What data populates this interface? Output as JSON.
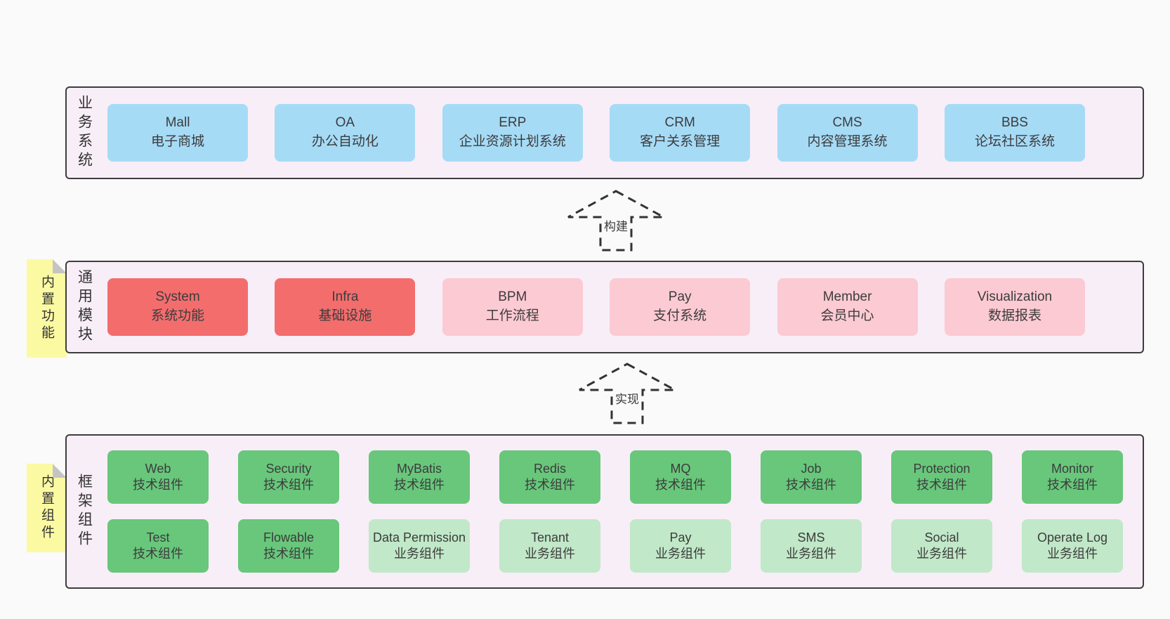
{
  "colors": {
    "page_bg": "#fafafa",
    "band_bg": "#f8eef7",
    "border": "#3d3d3d",
    "blue": "#a6dbf6",
    "red": "#f36d6d",
    "pink": "#fccad3",
    "green": "#68c77b",
    "light_green": "#c1e8c8",
    "sticky_yellow": "#fbfaa2",
    "sticky_fold_gray": "#c4c4c4",
    "text": "#3c3c3c"
  },
  "arrows": [
    {
      "label": "构建"
    },
    {
      "label": "实现"
    }
  ],
  "layers": [
    {
      "id": "business",
      "label": "业务系统",
      "cards": [
        {
          "name": "Mall",
          "subtitle": "电子商城",
          "variant": "blue"
        },
        {
          "name": "OA",
          "subtitle": "办公自动化",
          "variant": "blue"
        },
        {
          "name": "ERP",
          "subtitle": "企业资源计划系统",
          "variant": "blue"
        },
        {
          "name": "CRM",
          "subtitle": "客户关系管理",
          "variant": "blue"
        },
        {
          "name": "CMS",
          "subtitle": "内容管理系统",
          "variant": "blue"
        },
        {
          "name": "BBS",
          "subtitle": "论坛社区系统",
          "variant": "blue"
        }
      ]
    },
    {
      "id": "modules",
      "label": "通用模块",
      "sticky": "内置功能",
      "cards": [
        {
          "name": "System",
          "subtitle": "系统功能",
          "variant": "red"
        },
        {
          "name": "Infra",
          "subtitle": "基础设施",
          "variant": "red"
        },
        {
          "name": "BPM",
          "subtitle": "工作流程",
          "variant": "pink"
        },
        {
          "name": "Pay",
          "subtitle": "支付系统",
          "variant": "pink"
        },
        {
          "name": "Member",
          "subtitle": "会员中心",
          "variant": "pink"
        },
        {
          "name": "Visualization",
          "subtitle": "数据报表",
          "variant": "pink"
        }
      ]
    },
    {
      "id": "components",
      "label": "框架组件",
      "sticky": "内置组件",
      "cards": [
        {
          "name": "Web",
          "subtitle": "技术组件",
          "variant": "green"
        },
        {
          "name": "Security",
          "subtitle": "技术组件",
          "variant": "green"
        },
        {
          "name": "MyBatis",
          "subtitle": "技术组件",
          "variant": "green"
        },
        {
          "name": "Redis",
          "subtitle": "技术组件",
          "variant": "green"
        },
        {
          "name": "MQ",
          "subtitle": "技术组件",
          "variant": "green"
        },
        {
          "name": "Job",
          "subtitle": "技术组件",
          "variant": "green"
        },
        {
          "name": "Protection",
          "subtitle": "技术组件",
          "variant": "green"
        },
        {
          "name": "Monitor",
          "subtitle": "技术组件",
          "variant": "green"
        },
        {
          "name": "Test",
          "subtitle": "技术组件",
          "variant": "green"
        },
        {
          "name": "Flowable",
          "subtitle": "技术组件",
          "variant": "green"
        },
        {
          "name": "Data Permission",
          "subtitle": "业务组件",
          "variant": "light-green"
        },
        {
          "name": "Tenant",
          "subtitle": "业务组件",
          "variant": "light-green"
        },
        {
          "name": "Pay",
          "subtitle": "业务组件",
          "variant": "light-green"
        },
        {
          "name": "SMS",
          "subtitle": "业务组件",
          "variant": "light-green"
        },
        {
          "name": "Social",
          "subtitle": "业务组件",
          "variant": "light-green"
        },
        {
          "name": "Operate Log",
          "subtitle": "业务组件",
          "variant": "light-green"
        }
      ]
    }
  ]
}
